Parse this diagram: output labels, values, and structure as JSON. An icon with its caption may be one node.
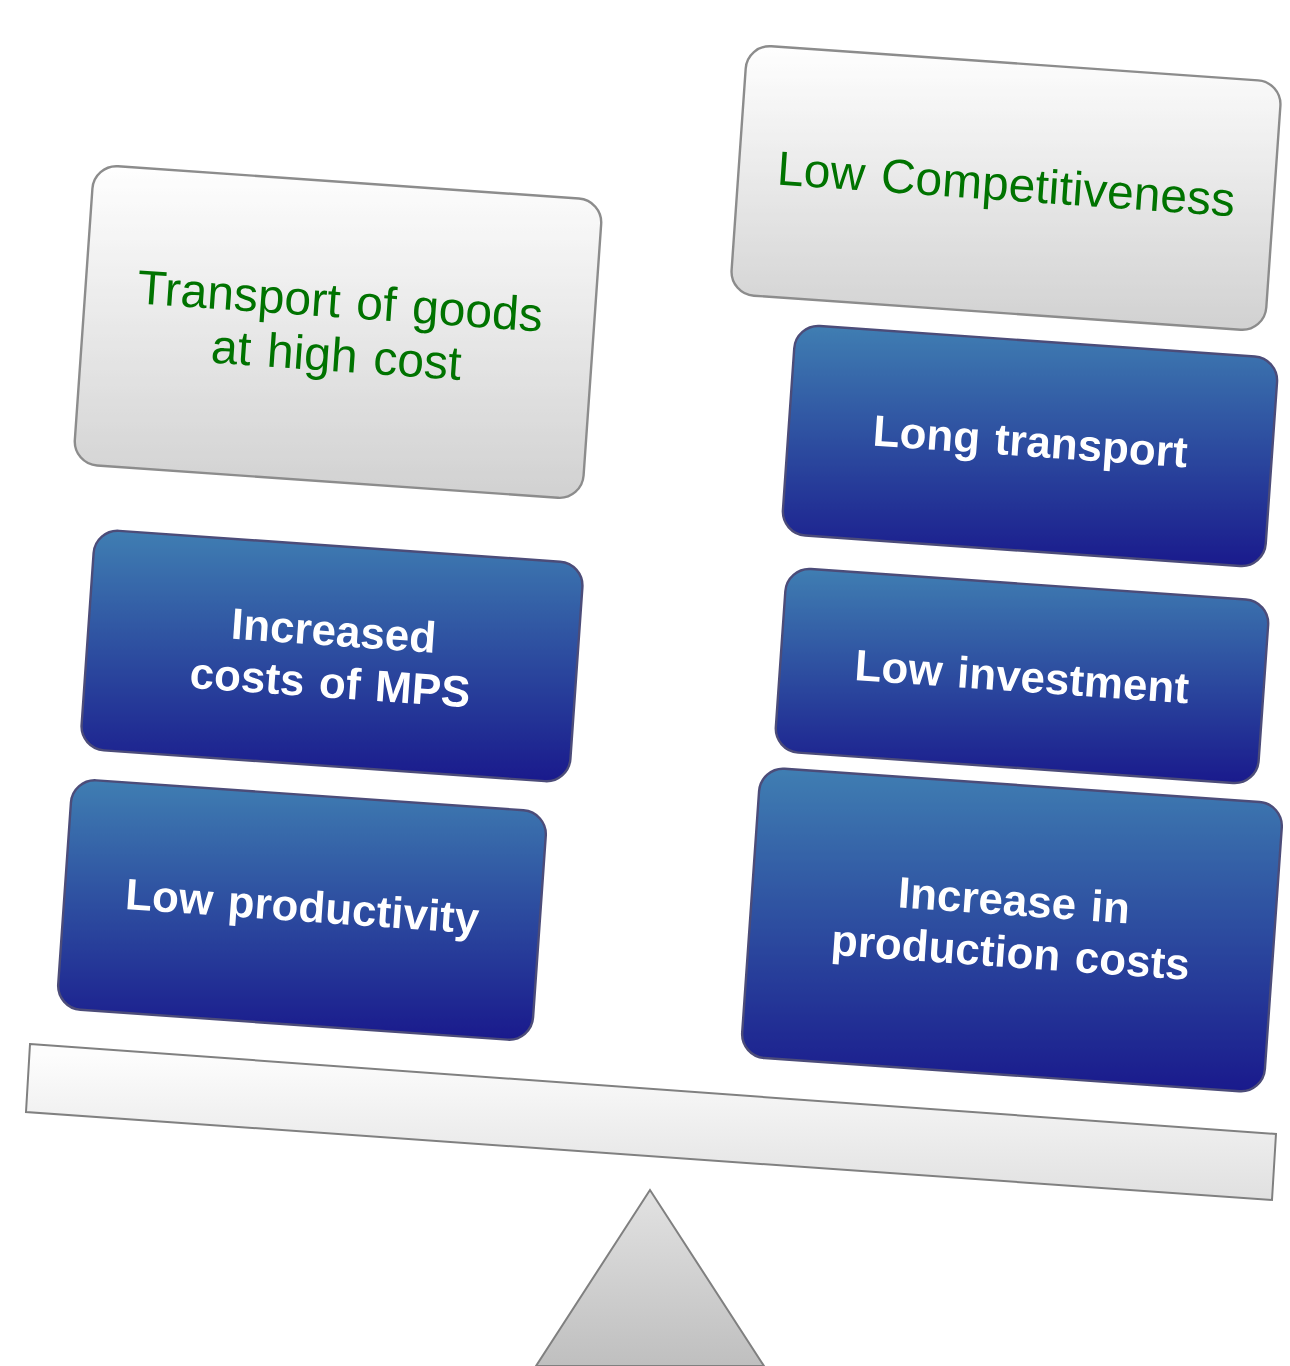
{
  "diagram": {
    "nodes": [
      {
        "text": [
          "Transport of goods at high cost"
        ]
      },
      {
        "text": [
          "Increased costs of MPS"
        ]
      },
      {
        "text": [
          "Low productivity"
        ]
      },
      {
        "text": [
          "Low Competitiveness"
        ]
      },
      {
        "text": [
          "Long transport"
        ]
      },
      {
        "text": [
          "Low investment"
        ]
      },
      {
        "text": [
          "Increase in production costs"
        ]
      }
    ]
  }
}
